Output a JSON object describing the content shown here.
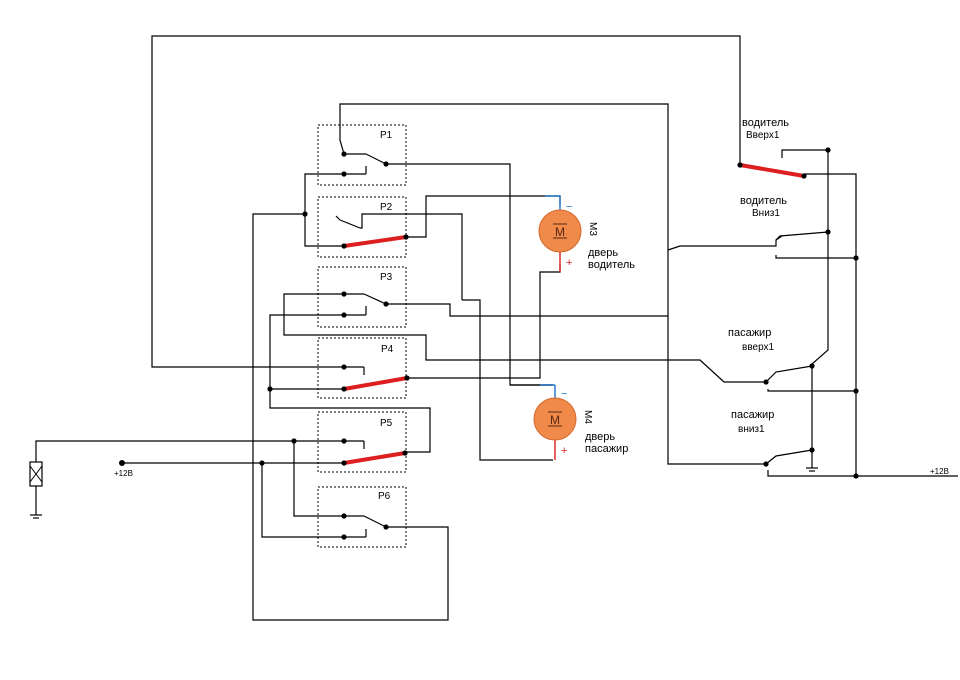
{
  "colors": {
    "wire": "#000000",
    "active_contact": "#dd1f1f",
    "motor": "#f08a4b",
    "lead_negative": "#1a73c9",
    "lead_positive": "#d62020"
  },
  "relays": [
    {
      "id": "P1",
      "label": "P1"
    },
    {
      "id": "P2",
      "label": "P2"
    },
    {
      "id": "P3",
      "label": "P3"
    },
    {
      "id": "P4",
      "label": "P4"
    },
    {
      "id": "P5",
      "label": "P5"
    },
    {
      "id": "P6",
      "label": "P6"
    }
  ],
  "motors": [
    {
      "ref": "M3",
      "symbol": "M",
      "caption_line1": "дверь",
      "caption_line2": "водитель",
      "minus": "−",
      "plus": "+"
    },
    {
      "ref": "M4",
      "symbol": "M",
      "caption_line1": "дверь",
      "caption_line2": "пасажир",
      "minus": "−",
      "plus": "+"
    }
  ],
  "switches": [
    {
      "title": "водитель",
      "subtitle": "Вверх1"
    },
    {
      "title": "водитель",
      "subtitle": "Вниз1"
    },
    {
      "title": "пасажир",
      "subtitle": "вверх1"
    },
    {
      "title": "пасажир",
      "subtitle": "вниз1"
    }
  ],
  "supply": {
    "left": "+12В",
    "right": "+12В"
  },
  "icons": {
    "motor": "motor-symbol-icon",
    "fuse": "fuse-icon",
    "ground": "ground-icon"
  }
}
